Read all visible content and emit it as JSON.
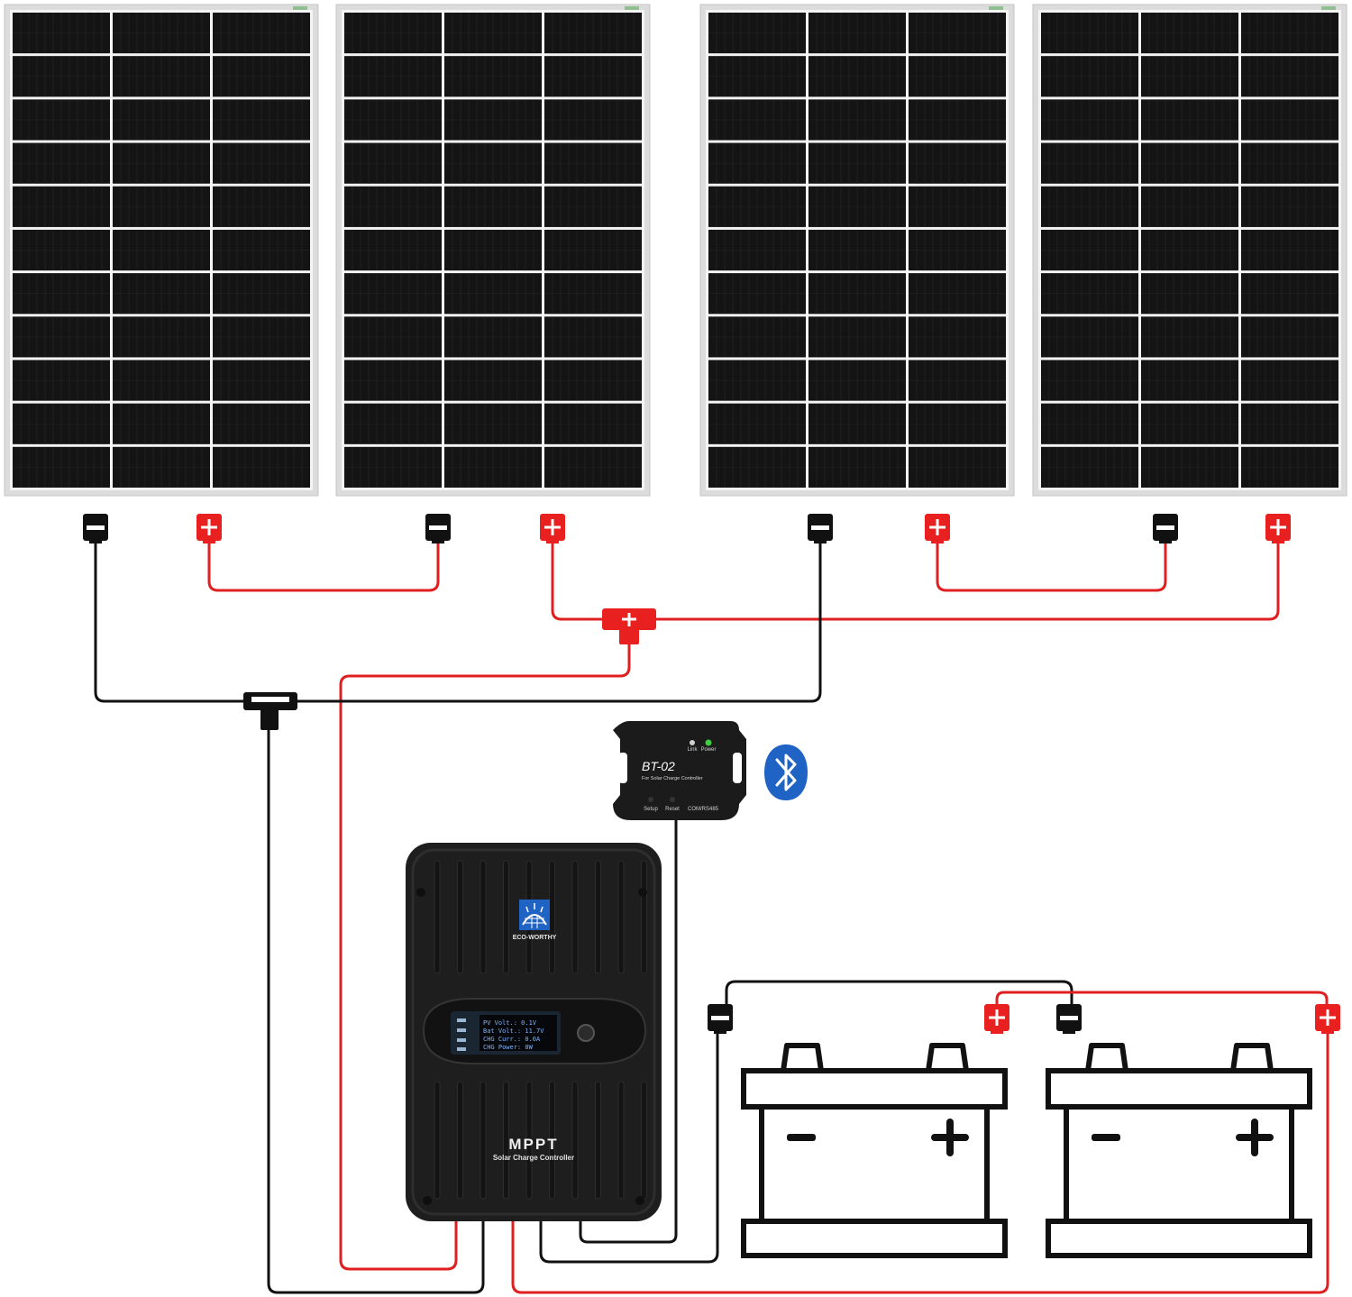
{
  "solar_panels": [
    {
      "id": "panel-1",
      "cell_rows": 11,
      "cell_cols": 3
    },
    {
      "id": "panel-2",
      "cell_rows": 11,
      "cell_cols": 3
    },
    {
      "id": "panel-3",
      "cell_rows": 11,
      "cell_cols": 3
    },
    {
      "id": "panel-4",
      "cell_rows": 11,
      "cell_cols": 3
    }
  ],
  "bluetooth_module": {
    "model": "BT-02",
    "subtitle": "For Solar Charge Controller",
    "indicators": [
      "Link",
      "Power"
    ],
    "buttons": [
      "Setup",
      "Reset",
      "COM/RS485"
    ]
  },
  "charge_controller": {
    "brand": "ECO-WORTHY",
    "type_label": "MPPT",
    "subtitle": "Solar Charge Controller",
    "display_lines": [
      "PV Volt.: 0.1V",
      "Bat Volt.: 11.7V",
      "CHG Curr.: 0.0A",
      "CHG Power: 0W"
    ]
  },
  "batteries": [
    {
      "id": "battery-1",
      "neg_symbol": "−",
      "pos_symbol": "+"
    },
    {
      "id": "battery-2",
      "neg_symbol": "−",
      "pos_symbol": "+"
    }
  ],
  "colors": {
    "positive_wire": "#e02020",
    "negative_wire": "#111111",
    "panel_cell": "#141414",
    "panel_frame": "#dcdcdc",
    "controller_body": "#1e1e1e",
    "bluetooth_icon": "#1f63c4"
  }
}
